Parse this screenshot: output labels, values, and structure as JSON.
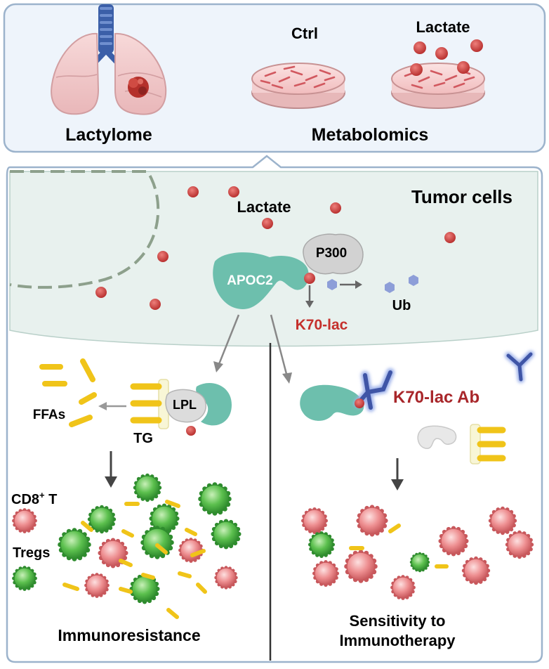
{
  "top_panel": {
    "lactylome_label": "Lactylome",
    "metabolomics_label": "Metabolomics",
    "ctrl_label": "Ctrl",
    "lactate_dish_label": "Lactate"
  },
  "tumor_panel": {
    "title": "Tumor cells",
    "lactate_label": "Lactate",
    "apoc2_label": "APOC2",
    "p300_label": "P300",
    "ub_label": "Ub",
    "k70_label": "K70-lac"
  },
  "left_panel": {
    "ffas_label": "FFAs",
    "tg_label": "TG",
    "lpl_label": "LPL",
    "cd8_label": "CD8",
    "cd8_superscript": "+",
    "cd8_suffix": " T",
    "tregs_label": "Tregs",
    "outcome_label": "Immunoresistance"
  },
  "right_panel": {
    "antibody_label": "K70-lac Ab",
    "outcome_line1": "Sensitivity to",
    "outcome_line2": "Immunotherapy"
  },
  "colors": {
    "lactate": "#c9413f",
    "apoc2": "#6dbfad",
    "cd8_cell": "#4db24a",
    "treg_cell": "#e77d7f",
    "tg_lipid": "#f0c419",
    "antibody": "#3f55a6",
    "k70_text": "#c5302c",
    "ab_text": "#a8262a"
  }
}
